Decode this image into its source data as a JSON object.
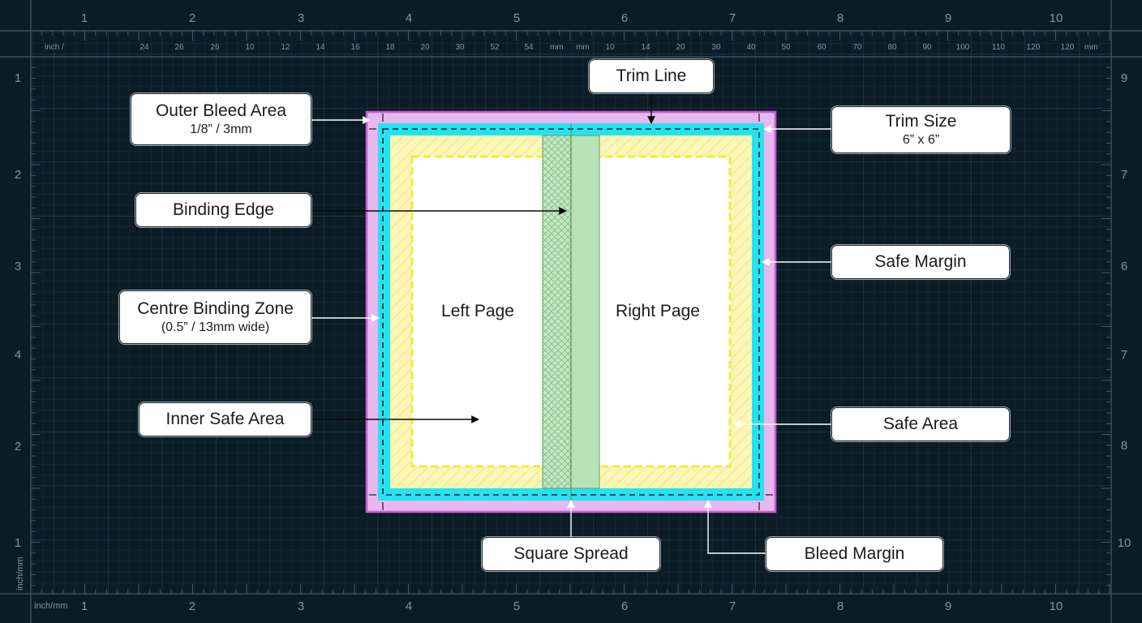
{
  "ruler": {
    "top_label_left": "inch /",
    "top_label_mm1": "mm",
    "top_label_mm2": "mm",
    "top_label_mm3": "mm",
    "bottom_label": "inch/mm",
    "side_label": "inch/mm",
    "top_inch_numbers": [
      "1",
      "2",
      "3",
      "4",
      "5",
      "6",
      "7",
      "8",
      "9",
      "10"
    ],
    "top_mm_numbers_left": [
      "24",
      "26",
      "26",
      "10",
      "12",
      "14",
      "16",
      "18",
      "20",
      "30",
      "52",
      "54"
    ],
    "top_mm_numbers_right": [
      "10",
      "14",
      "20",
      "30",
      "40",
      "50",
      "60",
      "70",
      "80",
      "90",
      "100",
      "110",
      "120",
      "120"
    ],
    "left_numbers": [
      "1",
      "2",
      "3",
      "4",
      "2",
      "1"
    ],
    "right_numbers": [
      "9",
      "7",
      "6",
      "7",
      "8",
      "10"
    ],
    "bottom_inch_numbers": [
      "1",
      "2",
      "3",
      "4",
      "5",
      "6",
      "7",
      "8",
      "9",
      "10"
    ]
  },
  "callouts": {
    "trim_line": "Trim Line",
    "outer_bleed_title": "Outer Bleed Area",
    "outer_bleed_sub": "1/8” / 3mm",
    "trim_size_title": "Trim Size",
    "trim_size_sub": "6” x 6”",
    "binding_edge": "Binding Edge",
    "safe_margin": "Safe Margin",
    "centre_binding_title": "Centre Binding Zone",
    "centre_binding_sub": "(0.5” / 13mm wide)",
    "inner_safe_area": "Inner Safe Area",
    "safe_area": "Safe Area",
    "square_spread": "Square Spread",
    "bleed_margin": "Bleed Margin"
  },
  "pages": {
    "left": "Left Page",
    "right": "Right Page"
  },
  "colors": {
    "background": "#0c1c25",
    "grid_minor": "#1b3340",
    "grid_major": "#2a4a5a",
    "ruler_text": "#7f97a3",
    "bleed": "#e7b7f0",
    "bleed_border": "#c25ad2",
    "trim_cyan": "#25e2f0",
    "safe_yellow": "#fbf6b6",
    "safe_dash": "#f3ea3a",
    "binding_green": "#b7e2b7"
  }
}
